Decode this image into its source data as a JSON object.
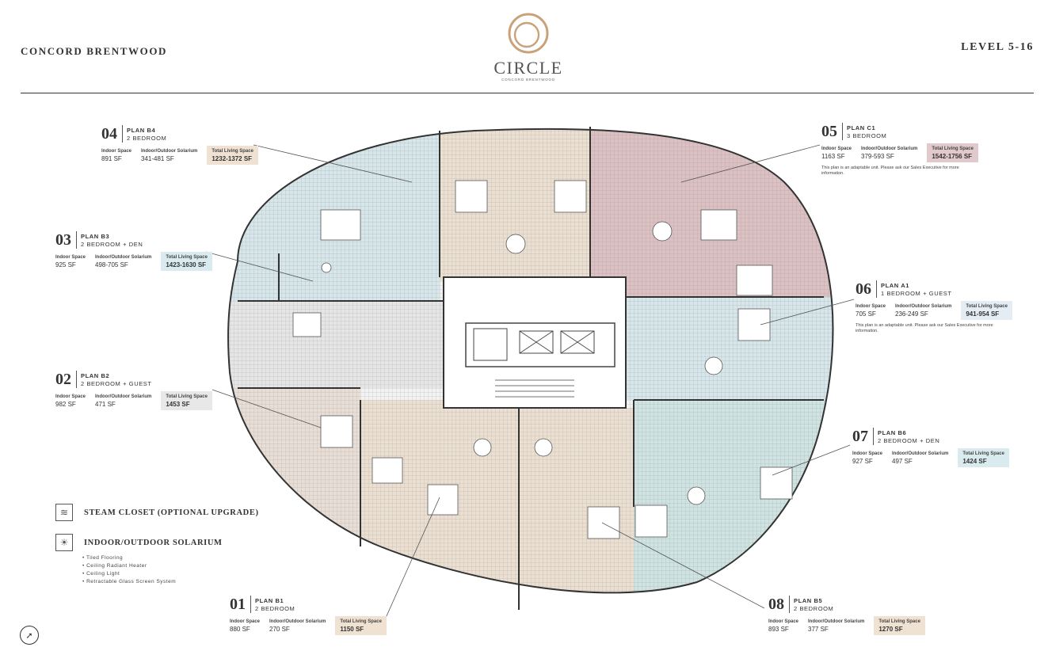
{
  "header": {
    "project": "CONCORD BRENTWOOD",
    "level": "LEVEL 5-16"
  },
  "logo": {
    "name": "CIRCLE",
    "sub": "CONCORD BRENTWOOD"
  },
  "colors": {
    "accent_gold": "#c9a27a",
    "unit_tan": "#eadfd0",
    "unit_rose": "#dcc1c3",
    "unit_blue": "#d6e6ea",
    "unit_grey": "#e3e3e3"
  },
  "stat_labels": {
    "indoor": "Indoor Space",
    "solarium": "Indoor/Outdoor Solarium",
    "total": "Total Living Space"
  },
  "plans": [
    {
      "num": "04",
      "name": "PLAN B4",
      "type": "2 BEDROOM",
      "indoor": "891 SF",
      "solarium": "341-481 SF",
      "total": "1232-1372 SF",
      "total_bg": "#efe2d3"
    },
    {
      "num": "05",
      "name": "PLAN C1",
      "type": "3 BEDROOM",
      "indoor": "1163 SF",
      "solarium": "379-593 SF",
      "total": "1542-1756 SF",
      "total_bg": "#e2c9cb",
      "note": "This plan is an adaptable unit. Please ask our Sales Executive for more information."
    },
    {
      "num": "03",
      "name": "PLAN B3",
      "type": "2 BEDROOM + DEN",
      "indoor": "925 SF",
      "solarium": "498-705 SF",
      "total": "1423-1630 SF",
      "total_bg": "#d9ebee"
    },
    {
      "num": "06",
      "name": "PLAN A1",
      "type": "1 BEDROOM + GUEST",
      "indoor": "705 SF",
      "solarium": "236-249 SF",
      "total": "941-954 SF",
      "total_bg": "#e3edf3",
      "note": "This plan is an adaptable unit. Please ask our Sales Executive for more information."
    },
    {
      "num": "02",
      "name": "PLAN B2",
      "type": "2 BEDROOM + GUEST",
      "indoor": "982 SF",
      "solarium": "471 SF",
      "total": "1453 SF",
      "total_bg": "#e8e8e8"
    },
    {
      "num": "07",
      "name": "PLAN B6",
      "type": "2 BEDROOM + DEN",
      "indoor": "927 SF",
      "solarium": "497 SF",
      "total": "1424 SF",
      "total_bg": "#d9ebee"
    },
    {
      "num": "01",
      "name": "PLAN B1",
      "type": "2 BEDROOM",
      "indoor": "880 SF",
      "solarium": "270 SF",
      "total": "1150 SF",
      "total_bg": "#efe2d3"
    },
    {
      "num": "08",
      "name": "PLAN B5",
      "type": "2 BEDROOM",
      "indoor": "893 SF",
      "solarium": "377 SF",
      "total": "1270 SF",
      "total_bg": "#efe2d3"
    }
  ],
  "legend": {
    "steam": "STEAM CLOSET (OPTIONAL UPGRADE)",
    "solarium": "INDOOR/OUTDOOR SOLARIUM",
    "features": [
      "Tiled Flooring",
      "Ceiling Radiant Heater",
      "Ceiling Light",
      "Retractable Glass Screen System"
    ]
  }
}
